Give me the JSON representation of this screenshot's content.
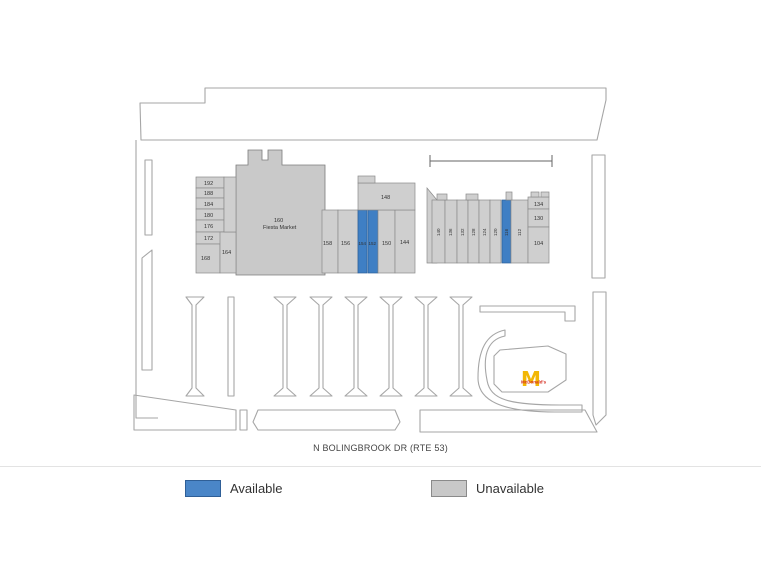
{
  "road_label": "N BOLINGBROOK DR (RTE 53)",
  "legend": {
    "available": "Available",
    "unavailable": "Unavailable",
    "colors": {
      "available": "#4a86c8",
      "unavailable": "#c8c8c8"
    }
  },
  "anchor": {
    "number": "160",
    "name": "Fiesta Market"
  },
  "units_left": [
    "192",
    "188",
    "184",
    "180",
    "176",
    "172",
    "168",
    "164"
  ],
  "units_center": [
    "158",
    "156",
    "154",
    "152",
    "150",
    "144",
    "148"
  ],
  "units_right": [
    "140",
    "136",
    "132",
    "128",
    "124",
    "120",
    "116",
    "112",
    "134",
    "130",
    "104"
  ],
  "available_units": [
    "154",
    "152",
    "116"
  ],
  "outparcel": {
    "brand": "McDonald's",
    "icon": "mcdonalds-arches-logo"
  }
}
